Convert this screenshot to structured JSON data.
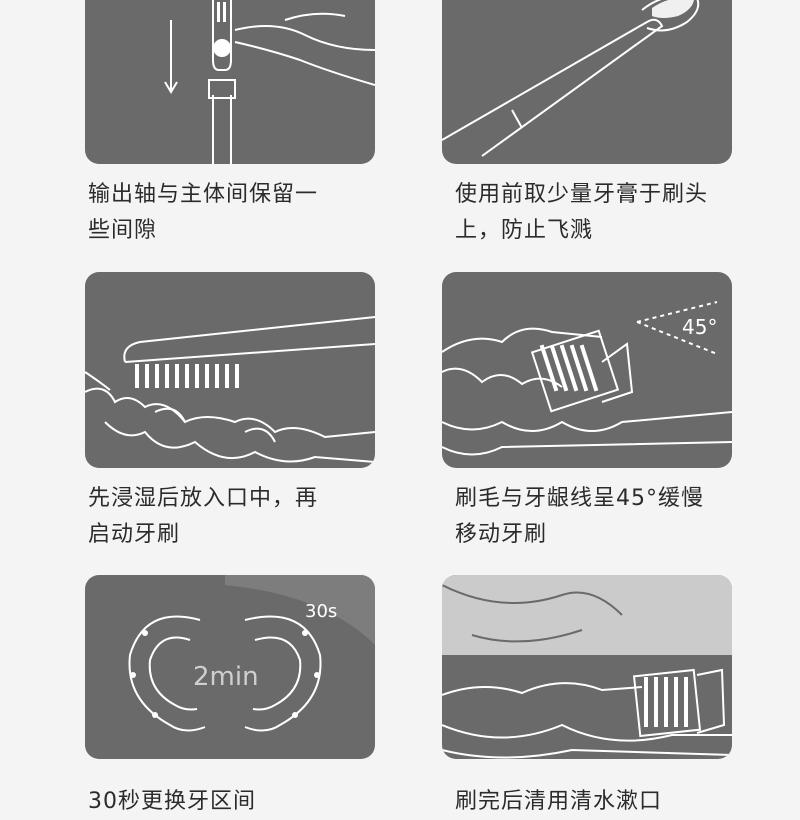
{
  "steps": [
    {
      "caption_line1": "输出轴与主体间保留一",
      "caption_line2": "些间隙",
      "icon": "hand-inserting-brush-head-icon"
    },
    {
      "caption_line1": "使用前取少量牙膏于刷头",
      "caption_line2": "上，防止飞溅",
      "icon": "toothbrush-with-paste-icon"
    },
    {
      "caption_line1": "先浸湿后放入口中，再",
      "caption_line2": "启动牙刷",
      "icon": "brush-on-teeth-icon"
    },
    {
      "caption_line1": "刷毛与牙龈线呈45°缓慢",
      "caption_line2": "移动牙刷",
      "icon": "brush-45-degree-icon",
      "angle_label": "45°"
    },
    {
      "caption_line1": "30秒更换牙区间",
      "caption_line2": "",
      "icon": "dental-arch-timer-icon",
      "timer_short": "30s",
      "timer_total": "2min"
    },
    {
      "caption_line1": "刷完后清用清水漱口",
      "caption_line2": "",
      "icon": "brush-rinse-icon"
    }
  ]
}
